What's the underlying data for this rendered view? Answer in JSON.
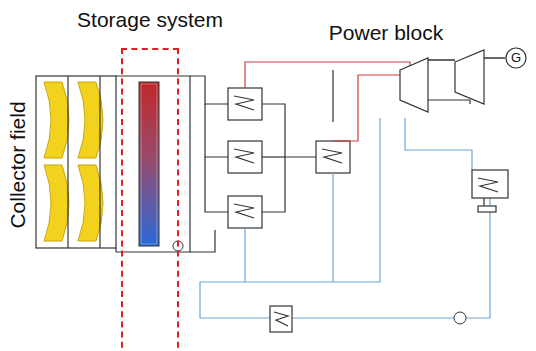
{
  "diagram": {
    "nodes": [
      {
        "text": [
          "Storage system"
        ]
      }
    ],
    "labels": [
      "Power block",
      "Collector field",
      "G"
    ]
  }
}
